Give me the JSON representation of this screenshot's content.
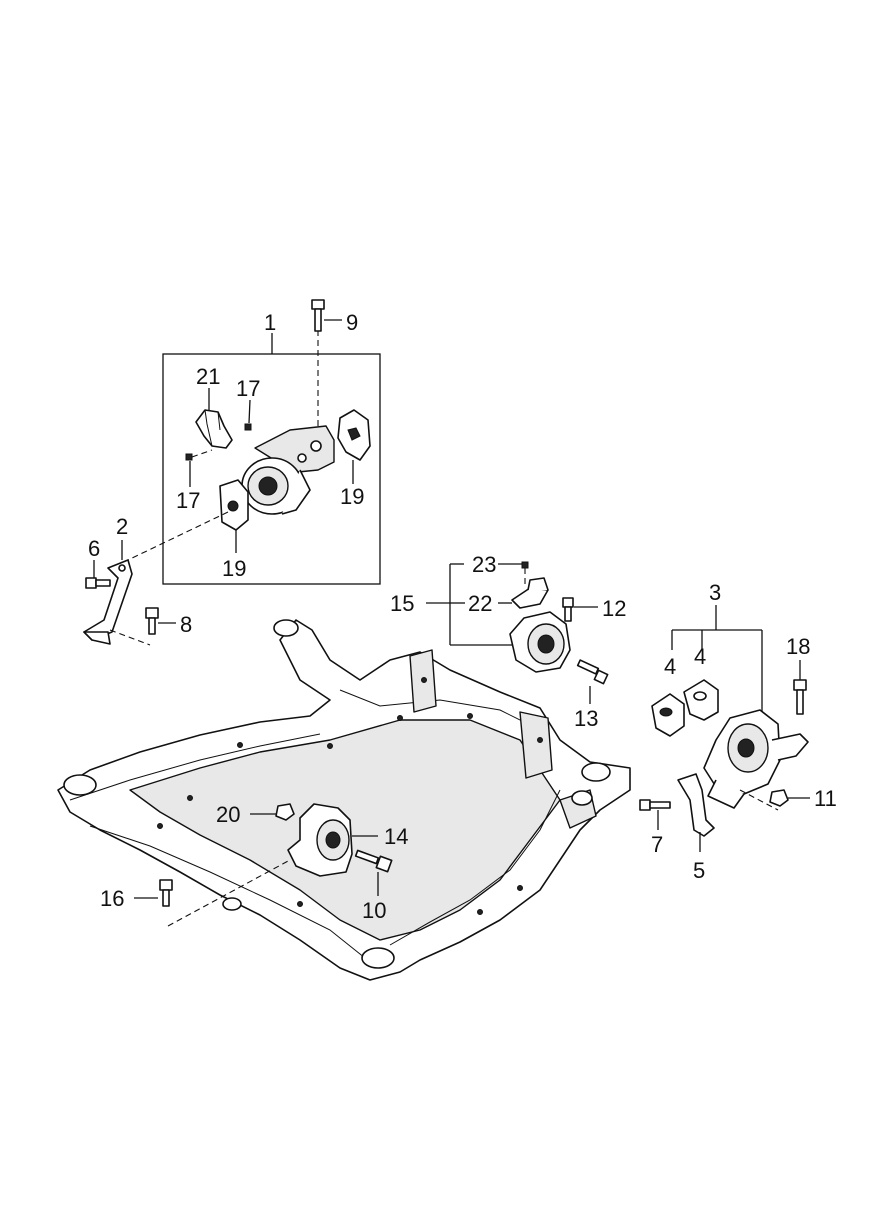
{
  "labels": {
    "p1": "1",
    "p2": "2",
    "p3": "3",
    "p4a": "4",
    "p4b": "4",
    "p5": "5",
    "p6": "6",
    "p7": "7",
    "p8": "8",
    "p9": "9",
    "p10": "10",
    "p11": "11",
    "p12": "12",
    "p13": "13",
    "p14": "14",
    "p15": "15",
    "p16": "16",
    "p17a": "17",
    "p17b": "17",
    "p18": "18",
    "p19a": "19",
    "p19b": "19",
    "p20": "20",
    "p21": "21",
    "p22": "22",
    "p23": "23"
  }
}
